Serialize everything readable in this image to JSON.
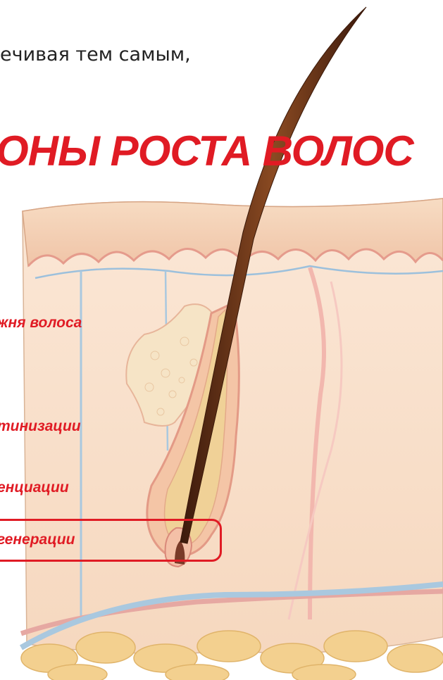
{
  "header": {
    "top_text": "ечивая тем самым,",
    "title": "ОНЫ РОСТА ВОЛОС"
  },
  "zones": [
    {
      "label": "жня волоса"
    },
    {
      "label": "тинизации"
    },
    {
      "label": "енциации"
    },
    {
      "label": "генерации"
    }
  ],
  "colors": {
    "accent": "#e01b24",
    "skin_top": "#f2c7a6",
    "hair_shaft": "#6e3418",
    "fat": "#f3d08f"
  }
}
